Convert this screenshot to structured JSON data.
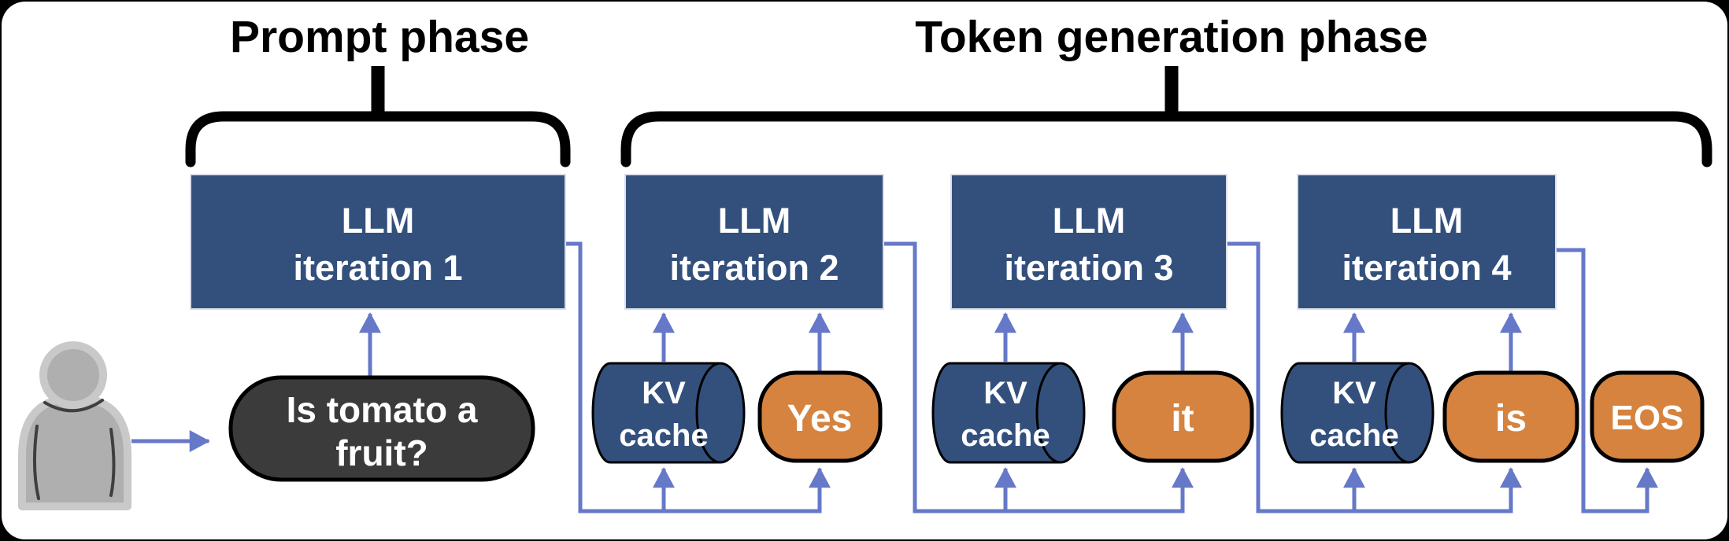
{
  "phases": [
    {
      "label": "Prompt phase"
    },
    {
      "label": "Token generation phase"
    }
  ],
  "iterations": [
    {
      "line1": "LLM",
      "line2": "iteration 1"
    },
    {
      "line1": "LLM",
      "line2": "iteration 2"
    },
    {
      "line1": "LLM",
      "line2": "iteration 3"
    },
    {
      "line1": "LLM",
      "line2": "iteration 4"
    }
  ],
  "kv_caches": [
    {
      "line1": "KV",
      "line2": "cache"
    },
    {
      "line1": "KV",
      "line2": "cache"
    },
    {
      "line1": "KV",
      "line2": "cache"
    }
  ],
  "prompt_bubble": {
    "line1": "Is tomato a",
    "line2": "fruit?"
  },
  "tokens": [
    {
      "label": "Yes"
    },
    {
      "label": "it"
    },
    {
      "label": "is"
    },
    {
      "label": "EOS"
    }
  ],
  "icons": {
    "user": "person-silhouette"
  },
  "colors": {
    "background": "#000000",
    "canvas": "#FFFFFF",
    "llm_box_fill": "#33507D",
    "llm_box_border": "#D9DEE8",
    "kv_cylinder_fill": "#33507D",
    "token_bubble_fill": "#D5833E",
    "prompt_bubble_fill": "#3B3B3B",
    "shape_outline": "#000000",
    "connector_blue": "#6678C8",
    "title_text": "#000000",
    "shape_text": "#FFFFFF",
    "person_gray": "#AFAFAF"
  }
}
